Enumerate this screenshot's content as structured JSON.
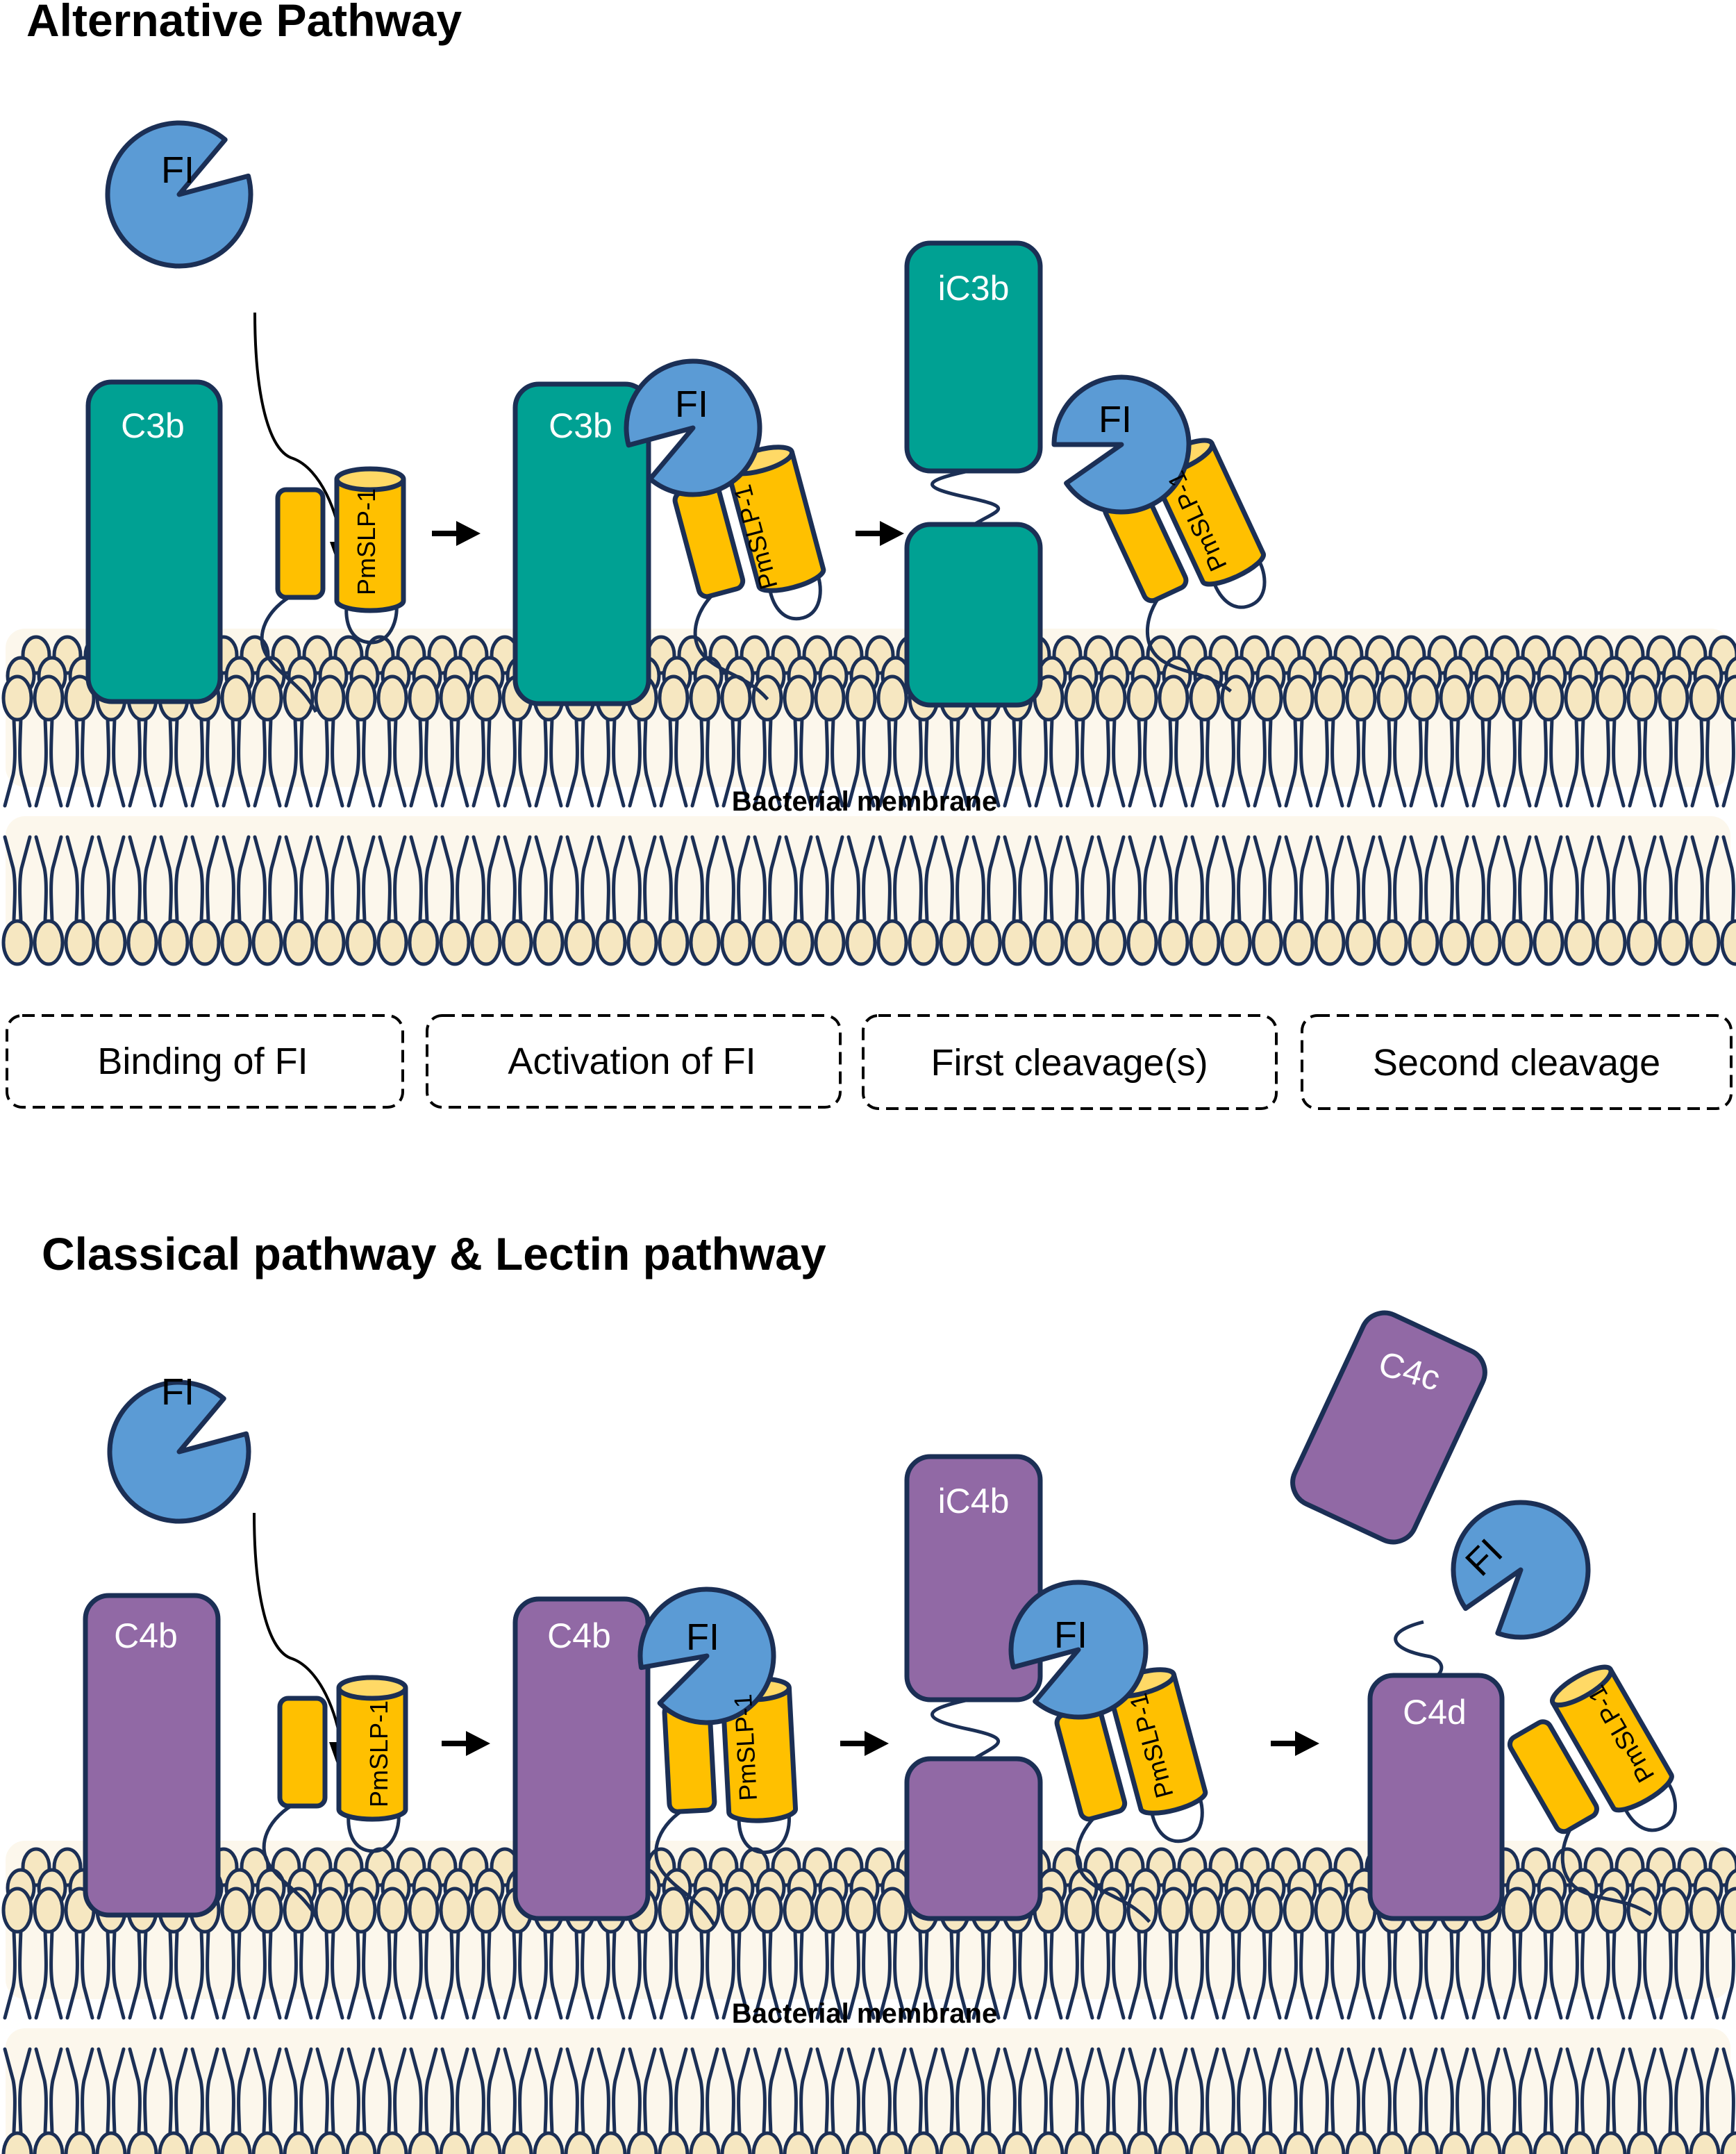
{
  "colors": {
    "outline": "#1b2f55",
    "c3_teal": "#00a193",
    "c4_purple": "#9169a5",
    "fi_blue": "#5b9bd5",
    "pmslp_gold": "#ffc000",
    "pmslp_top": "#ffd966",
    "lipid_head": "#f6e7c1",
    "membrane_bg": "#fcf7ec"
  },
  "alternative": {
    "title": "Alternative Pathway",
    "membrane_label": "Bacterial membrane",
    "proteins": {
      "c3b_1": "C3b",
      "c3b_2": "C3b",
      "ic3b": "iC3b",
      "fi_free": "FI",
      "fi_2": "FI",
      "fi_3": "FI",
      "pmslp_1": "PmSLP-1",
      "pmslp_2": "PmSLP-1",
      "pmslp_3": "PmSLP-1"
    },
    "steps": [
      "Binding of FI",
      "Activation of FI",
      "First cleavage(s)",
      "Second cleavage"
    ]
  },
  "classical": {
    "title": "Classical pathway & Lectin pathway",
    "membrane_label": "Bacterial membrane",
    "proteins": {
      "c4b_1": "C4b",
      "c4b_2": "C4b",
      "ic4b": "iC4b",
      "c4c": "C4c",
      "c4d": "C4d",
      "fi_free": "FI",
      "fi_2": "FI",
      "fi_3": "FI",
      "fi_4": "FI",
      "pmslp_1": "PmSLP-1",
      "pmslp_2": "PmSLP-1",
      "pmslp_3": "PmSLP-1",
      "pmslp_4": "PmSLP-1"
    }
  }
}
